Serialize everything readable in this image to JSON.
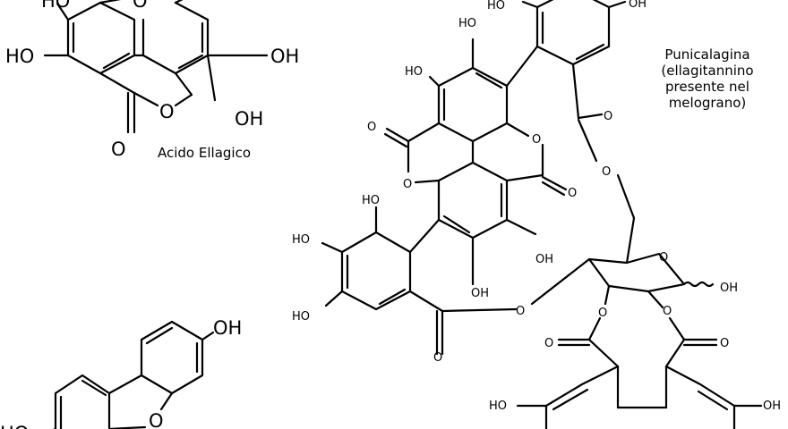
{
  "captions": {
    "ellagic": "Acido Ellagico",
    "punicalagin": [
      "Punicalagina",
      "(ellagitannino",
      "presente nel",
      "melograno)"
    ]
  },
  "atoms": {
    "ho": "HO",
    "oh": "OH",
    "o": "O"
  }
}
